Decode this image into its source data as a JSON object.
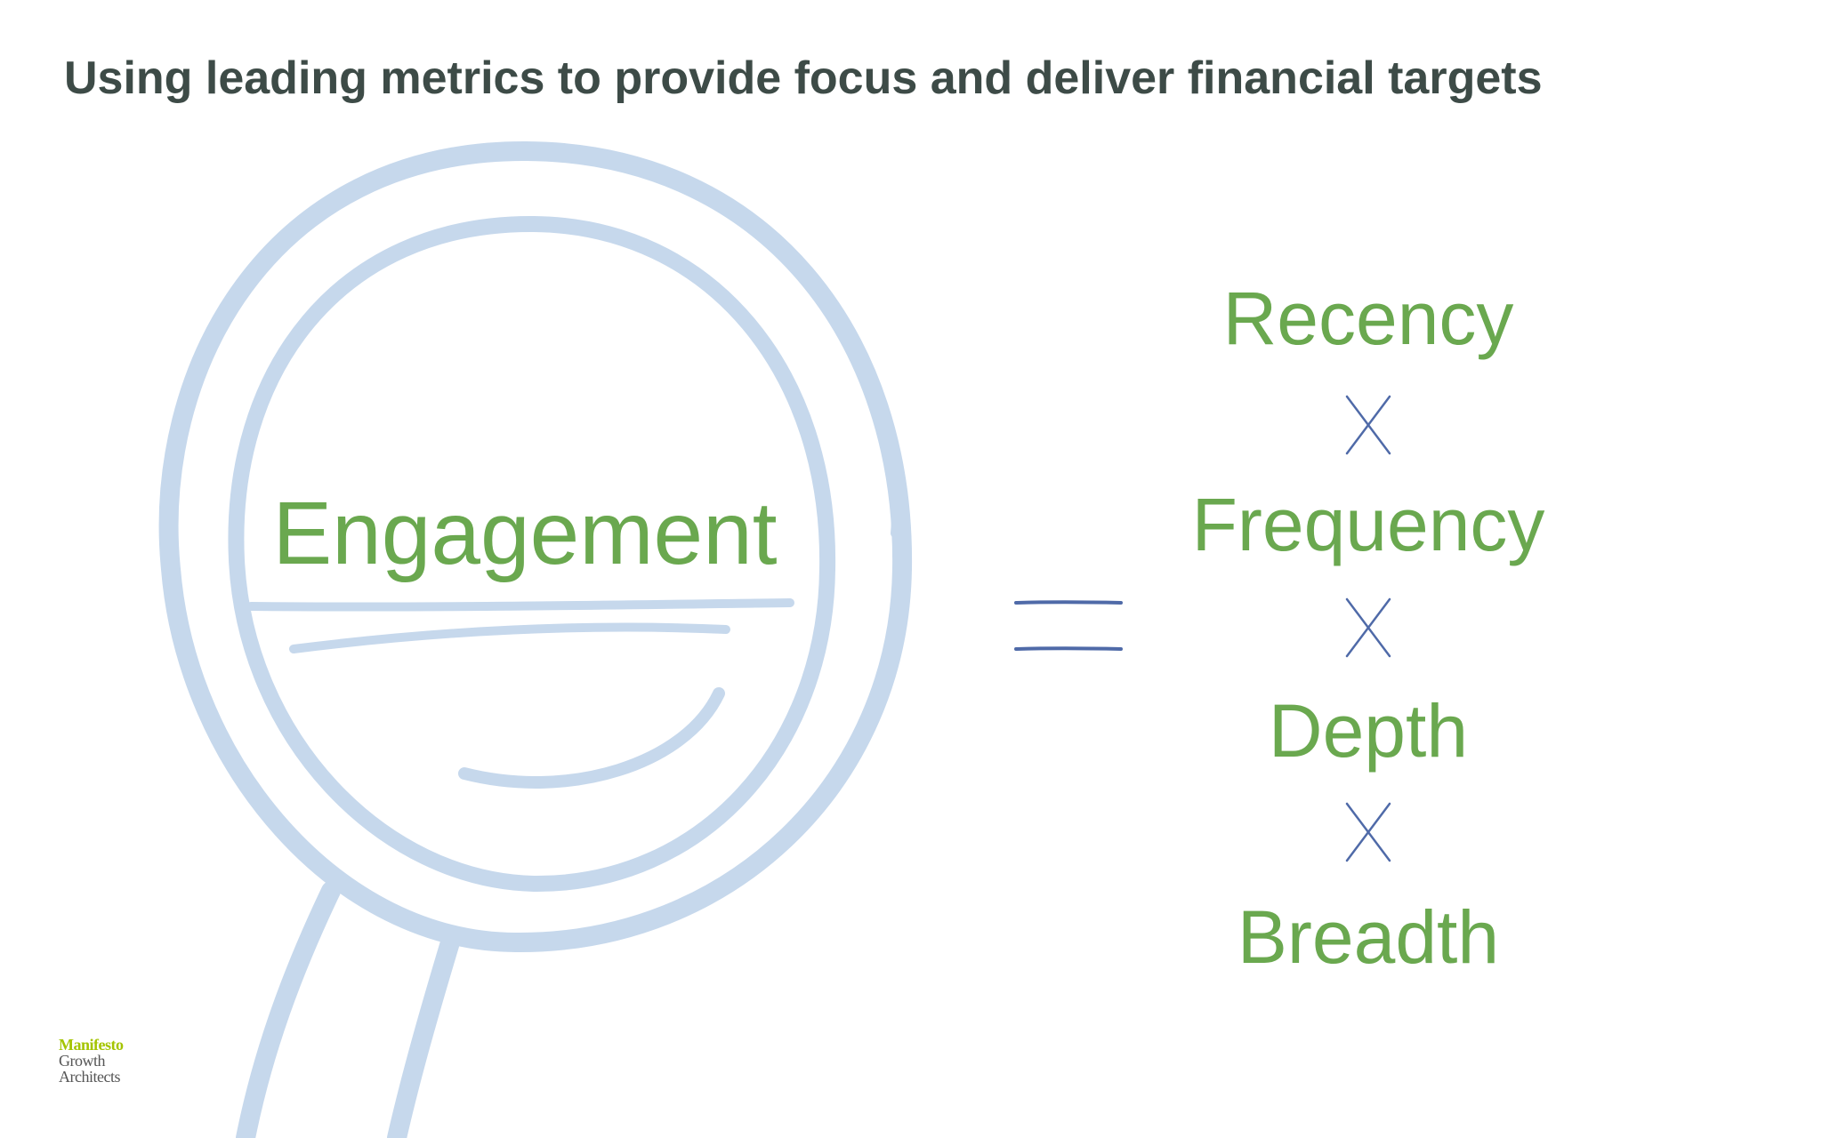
{
  "slide": {
    "title": "Using leading metrics to provide focus and deliver financial targets",
    "engagement": "Engagement",
    "factors": [
      "Recency",
      "Frequency",
      "Depth",
      "Breadth"
    ],
    "logo": {
      "line1": "Manifesto",
      "line2": "Growth",
      "line3": "Architects"
    }
  },
  "colors": {
    "title": "#3d4b47",
    "accent_green": "#6aa84f",
    "sketch_blue": "#c6d8ec",
    "operator_blue": "#4f6aa8",
    "logo_lime": "#a4c400"
  },
  "icons": {
    "magnifier": "magnifying-glass-sketch-icon",
    "equals": "equals-icon",
    "times": "multiply-icon"
  }
}
